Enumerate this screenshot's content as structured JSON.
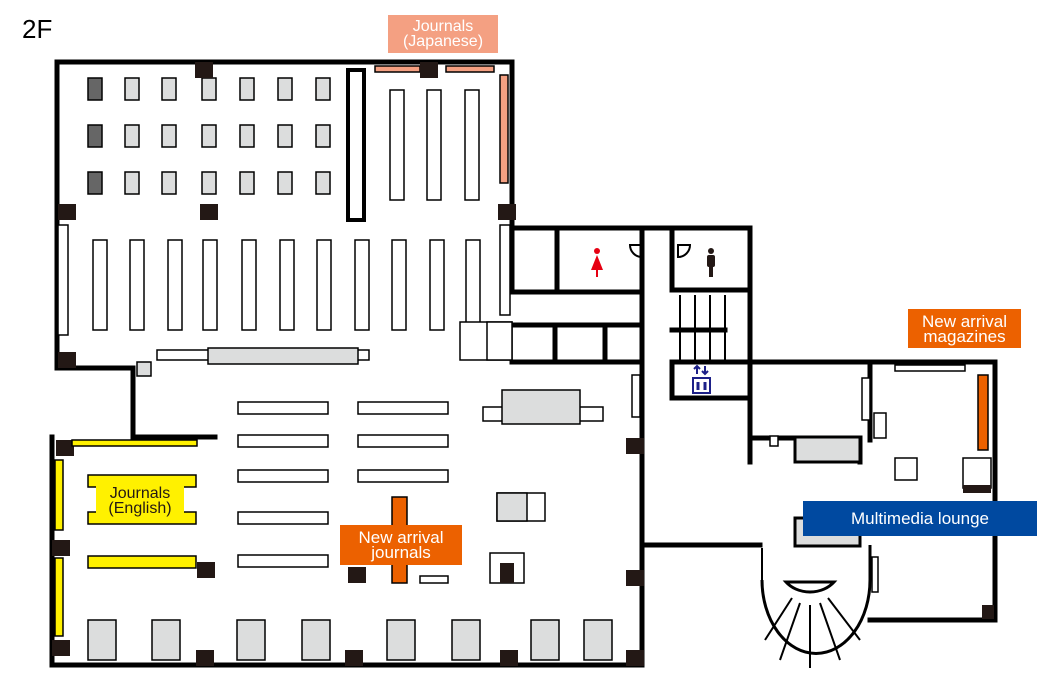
{
  "floor_label": "2F",
  "labels": {
    "journals_japanese": {
      "line1": "Journals",
      "line2": "(Japanese)"
    },
    "journals_english": {
      "line1": "Journals",
      "line2": "(English)"
    },
    "new_arrival_journals": {
      "line1": "New arrival",
      "line2": "journals"
    },
    "new_arrival_magazines": {
      "line1": "New arrival",
      "line2": "magazines"
    },
    "multimedia_lounge": {
      "text": "Multimedia lounge"
    }
  },
  "icons": [
    "womens-restroom-icon",
    "mens-restroom-icon",
    "elevator-icon"
  ],
  "colors": {
    "journals_japanese": "#f4a082",
    "journals_english": "#fff100",
    "new_arrival": "#ec6100",
    "multimedia": "#0049a0",
    "table_grey": "#dcdddd",
    "womens": "#e60012",
    "elevator": "#1d2088"
  }
}
